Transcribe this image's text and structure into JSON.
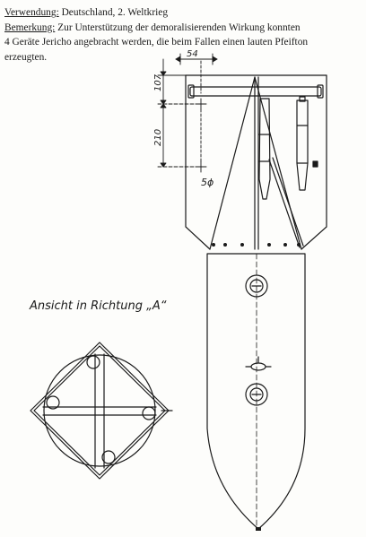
{
  "document": {
    "lines": [
      {
        "key": "Verwendung:",
        "text": " Deutschland, 2. Weltkrieg"
      },
      {
        "key": "Bemerkung:",
        "text": " Zur Unterstützung der demoralisierenden Wirkung konnten"
      },
      {
        "key": "",
        "text": "4 Geräte Jericho angebracht werden, die beim Fallen einen lauten Pfeifton"
      },
      {
        "key": "",
        "text": "erzeugten."
      }
    ]
  },
  "drawing": {
    "dimension_top": "54",
    "dimension_upper": "107",
    "dimension_lower": "210",
    "diameter_label": "5ϕ",
    "view_caption": "Ansicht in Richtung „A“"
  }
}
